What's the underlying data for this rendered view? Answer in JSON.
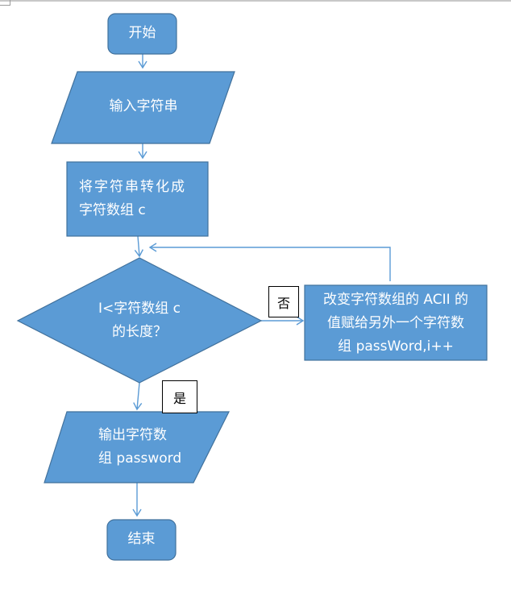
{
  "colors": {
    "shape_fill": "#5b9bd5",
    "shape_stroke": "#41719c",
    "connector": "#5b9bd5",
    "text": "#ffffff"
  },
  "flowchart": {
    "start": {
      "label": "开始"
    },
    "input": {
      "label": "输入字符串"
    },
    "convert": {
      "line1": "将字符串转化成",
      "line2": "字符数组 c"
    },
    "decision": {
      "line1": "I<字符数组 c",
      "line2": "的长度？"
    },
    "process": {
      "line1": "改变字符数组的 ACII 的",
      "line2": "值赋给另外一个字符数",
      "line3": "组 passWord,i++"
    },
    "output": {
      "line1": "输出字符数",
      "line2": "组 password"
    },
    "end": {
      "label": "结束"
    },
    "no_label": "否",
    "yes_label": "是"
  }
}
